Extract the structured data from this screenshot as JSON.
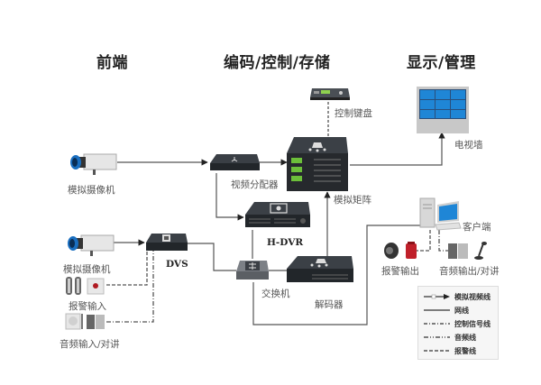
{
  "sections": {
    "front_end": "前端",
    "encode_control_storage": "编码/控制/存储",
    "display_management": "显示/管理"
  },
  "devices": {
    "camera_top": "模拟摄像机",
    "video_distributor": "视频分配器",
    "control_keyboard": "控制键盘",
    "analog_matrix": "模拟矩阵",
    "tv_wall": "电视墙",
    "hdvr": "H-DVR",
    "camera_bottom": "模拟摄像机",
    "dvs": "DVS",
    "alarm_input": "报警输入",
    "audio_input": "音频输入/对讲",
    "switch": "交换机",
    "decoder": "解码器",
    "client": "客户端",
    "alarm_output": "报警输出",
    "audio_output": "音频输出/对讲"
  },
  "legend": [
    {
      "style": "analog-video",
      "label": "模拟视频线"
    },
    {
      "style": "network",
      "label": "网线"
    },
    {
      "style": "control-signal",
      "label": "控制信号线"
    },
    {
      "style": "audio",
      "label": "音频线"
    },
    {
      "style": "alarm",
      "label": "报警线"
    }
  ],
  "colors": {
    "line": "#555555",
    "screen_blue": "#1f86d6",
    "device_dark": "#2f3338",
    "alarm_red": "#c0202a",
    "led_green": "#6cbf3a"
  }
}
